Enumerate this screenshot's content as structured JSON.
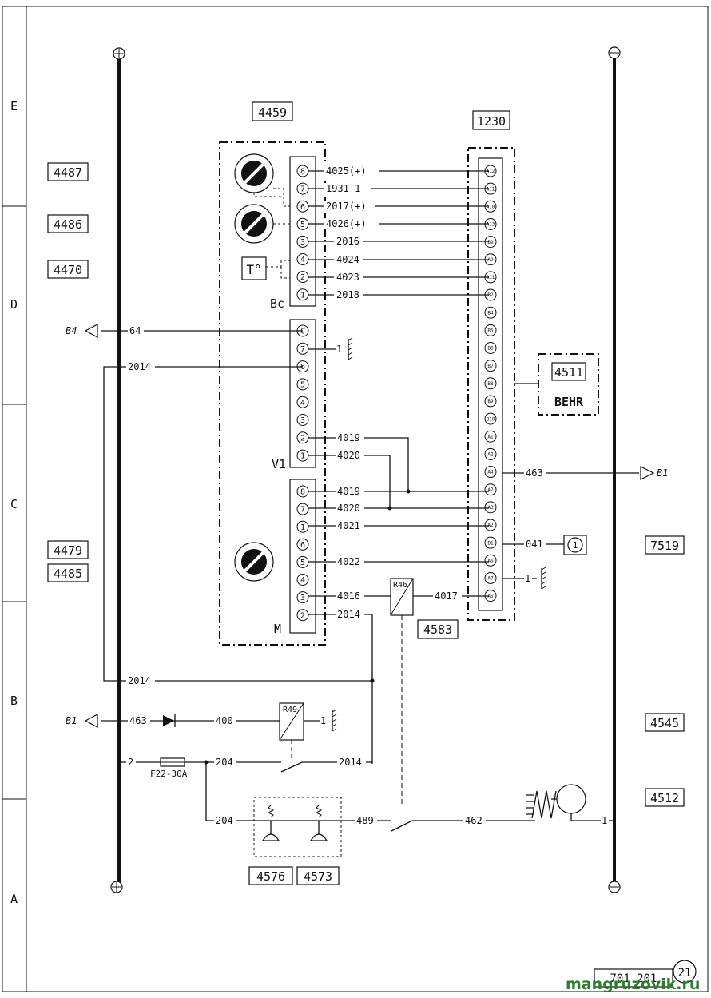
{
  "colors": {
    "line": "#111111",
    "watermark": "#2e7d32"
  },
  "frame": {
    "zones": [
      "E",
      "D",
      "C",
      "B",
      "A"
    ]
  },
  "bus": {
    "plus": "⊕",
    "minus": "⊖"
  },
  "refs": {
    "r4487": "4487",
    "r4486": "4486",
    "r4470": "4470",
    "r4479": "4479",
    "r4485": "4485",
    "r4459": "4459",
    "r1230": "1230",
    "r4511": "4511",
    "behr": "BEHR",
    "r7519": "7519",
    "r4545": "4545",
    "r4512": "4512",
    "r4583": "4583",
    "r4576": "4576",
    "r4573": "4573"
  },
  "connectors": {
    "bc": "Bc",
    "v1": "V1",
    "m": "M",
    "temp": "T°"
  },
  "bc_pins": [
    "8",
    "7",
    "6",
    "5",
    "3",
    "4",
    "2",
    "1"
  ],
  "v1_pins": [
    "C",
    "7",
    "6",
    "5",
    "4",
    "3",
    "2",
    "1"
  ],
  "m_pins": [
    "8",
    "7",
    "1",
    "6",
    "5",
    "4",
    "3",
    "2"
  ],
  "ecu_pins": [
    "A12",
    "A11",
    "A10",
    "A13",
    "B9",
    "A9",
    "B11",
    "B2",
    "B4",
    "B5",
    "B6",
    "B7",
    "B8",
    "B9",
    "B10",
    "A1",
    "A2",
    "A4",
    "A7",
    "A3",
    "A2",
    "B1",
    "A6",
    "A7",
    "A5"
  ],
  "wires": {
    "w4025a": "4025(+)",
    "w1931": "1931-1",
    "w2017": "2017(+)",
    "w4026": "4026(+)",
    "w2016": "2016",
    "w4024": "4024",
    "w4023": "4023",
    "w2018": "2018",
    "w64": "64",
    "w2014a": "2014",
    "w4019a": "4019",
    "w4020a": "4020",
    "w4019b": "4019",
    "w4020b": "4020",
    "w4021": "4021",
    "w4022": "4022",
    "w4016": "4016",
    "w4017": "4017",
    "w2014b": "2014",
    "w2014c": "2014",
    "w463a": "463",
    "w041": "041",
    "w1a": "1",
    "w1b": "1",
    "w463b": "463",
    "w400": "400",
    "w1c": "1",
    "w2": "2",
    "w204a": "204",
    "w2014d": "2014",
    "w204b": "204",
    "w489": "489",
    "w462": "462",
    "w1d": "1"
  },
  "arrows": {
    "b4": "B4",
    "b1a": "B1",
    "b1b": "B1"
  },
  "relays": {
    "r49": "R49",
    "r46": "R46"
  },
  "fuse": {
    "label": "F22-30A"
  },
  "gauge": {
    "label": "1"
  },
  "footer": {
    "page_ref": "701 201",
    "page_num": "21",
    "watermark": "mangruzovik.ru"
  }
}
